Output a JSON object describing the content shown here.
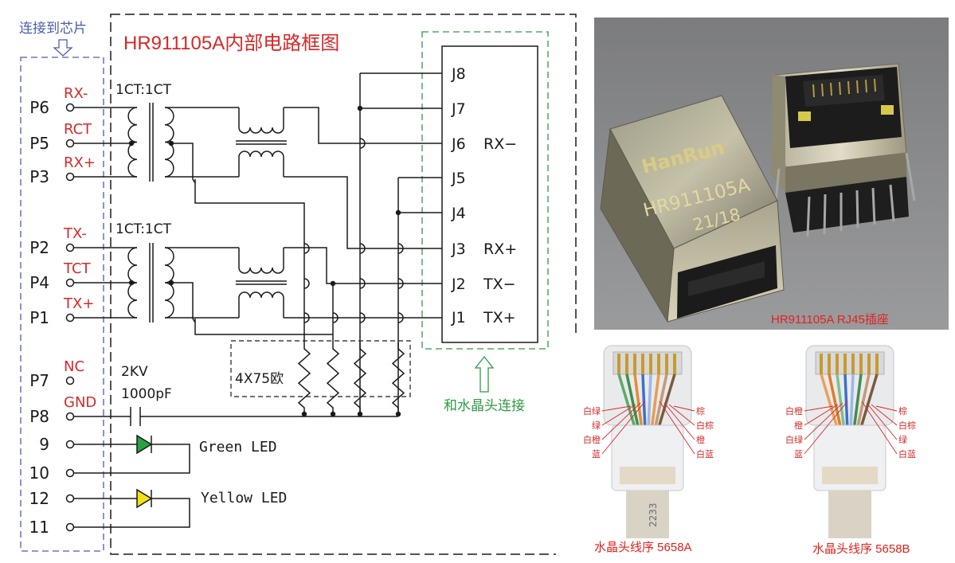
{
  "diagram": {
    "title": "HR911105A内部电路框图",
    "chip_side_label": "连接到芯片",
    "plug_side_label": "和水晶头连接",
    "transformer_ratio_top": "1CT:1CT",
    "transformer_ratio_bottom": "1CT:1CT",
    "resistor_label": "4X75欧",
    "cap_voltage": "2KV",
    "cap_value": "1000pF",
    "green_led": "Green  LED",
    "yellow_led": "Yellow  LED",
    "left_pins": [
      {
        "pin": "P6",
        "signal": "RX-"
      },
      {
        "pin": "P5",
        "signal": "RCT"
      },
      {
        "pin": "P3",
        "signal": "RX+"
      },
      {
        "pin": "P2",
        "signal": "TX-"
      },
      {
        "pin": "P4",
        "signal": "TCT"
      },
      {
        "pin": "P1",
        "signal": "TX+"
      },
      {
        "pin": "P7",
        "signal": "NC"
      },
      {
        "pin": "P8",
        "signal": "GND"
      },
      {
        "pin": "9",
        "signal": ""
      },
      {
        "pin": "10",
        "signal": ""
      },
      {
        "pin": "12",
        "signal": ""
      },
      {
        "pin": "11",
        "signal": ""
      }
    ],
    "right_pins": [
      {
        "pin": "J8",
        "signal": ""
      },
      {
        "pin": "J7",
        "signal": ""
      },
      {
        "pin": "J6",
        "signal": "RX−"
      },
      {
        "pin": "J5",
        "signal": ""
      },
      {
        "pin": "J4",
        "signal": ""
      },
      {
        "pin": "J3",
        "signal": "RX+"
      },
      {
        "pin": "J2",
        "signal": "TX−"
      },
      {
        "pin": "J1",
        "signal": "TX+"
      }
    ]
  },
  "photos": {
    "connector": {
      "brand": "HanRun",
      "model": "HR911105A",
      "date_code": "21/18",
      "caption": "HR911105A  RJ45插座"
    },
    "plug_a": {
      "caption": "水晶头线序 5658A",
      "print": "2233",
      "left_labels": [
        "白绿",
        "绿",
        "白橙",
        "蓝"
      ],
      "right_labels": [
        "棕",
        "白棕",
        "橙",
        "白蓝"
      ]
    },
    "plug_b": {
      "caption": "水晶头线序 5658B",
      "left_labels": [
        "白橙",
        "橙",
        "白绿",
        "蓝"
      ],
      "right_labels": [
        "棕",
        "白棕",
        "绿",
        "白蓝"
      ]
    }
  },
  "colors": {
    "schematic_ink": "#1a1a1a",
    "label_red": "#d42a2a",
    "chip_box_blue": "#4a5fa8",
    "plug_box_green": "#2e9a44",
    "green_led": "#27a343",
    "yellow_led": "#f2e212"
  }
}
